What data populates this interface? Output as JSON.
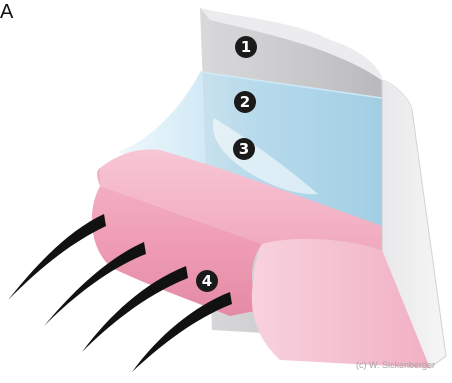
{
  "figure": {
    "panel_label": "A",
    "credit": "(c) W. Sickenberger",
    "markers": [
      {
        "label": "1",
        "region": "gray-layer"
      },
      {
        "label": "2",
        "region": "blue-layer"
      },
      {
        "label": "3",
        "region": "blue-layer"
      },
      {
        "label": "4",
        "region": "pink-layer"
      }
    ],
    "colors": {
      "gray_layer": "#cfcfd1",
      "blue_layer": "#a9d6ec",
      "pink_layer": "#ee9bb3",
      "eyelash": "#111111",
      "marker_fill": "#1a1a1a"
    }
  }
}
